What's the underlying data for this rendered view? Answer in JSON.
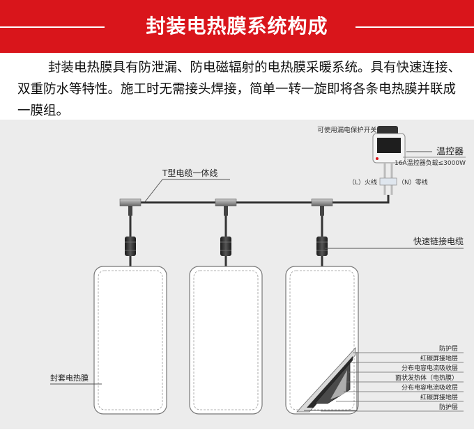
{
  "header": {
    "title": "封装电热膜系统构成"
  },
  "intro": {
    "text": "封装电热膜具有防泄漏、防电磁辐射的电热膜采暖系统。具有快速连接、双重防水等特性。施工时无需接头焊接，简单一转一旋即将各条电热膜并联成一膜组。"
  },
  "diagram": {
    "leakage_note": "可使用漏电保护开关",
    "thermostat_label": "温控器",
    "thermostat_spec": "16A温控器负载≤3000W",
    "live_wire_label": "（L）火线",
    "neutral_wire_label": "（N）零线",
    "t_cable_label": "T型电缆一体线",
    "quick_cable_label": "快速链接电缆",
    "film_label": "封套电热膜",
    "layers": [
      "防护层",
      "红碳屏接地层",
      "分布电容电流吸收层",
      "面状发热体（电热膜）",
      "分布电容电流吸收层",
      "红碳屏接地层",
      "防护层"
    ]
  },
  "colors": {
    "header_red": "#d9151b",
    "stage_gray": "#ececec",
    "cable": "#333333"
  }
}
